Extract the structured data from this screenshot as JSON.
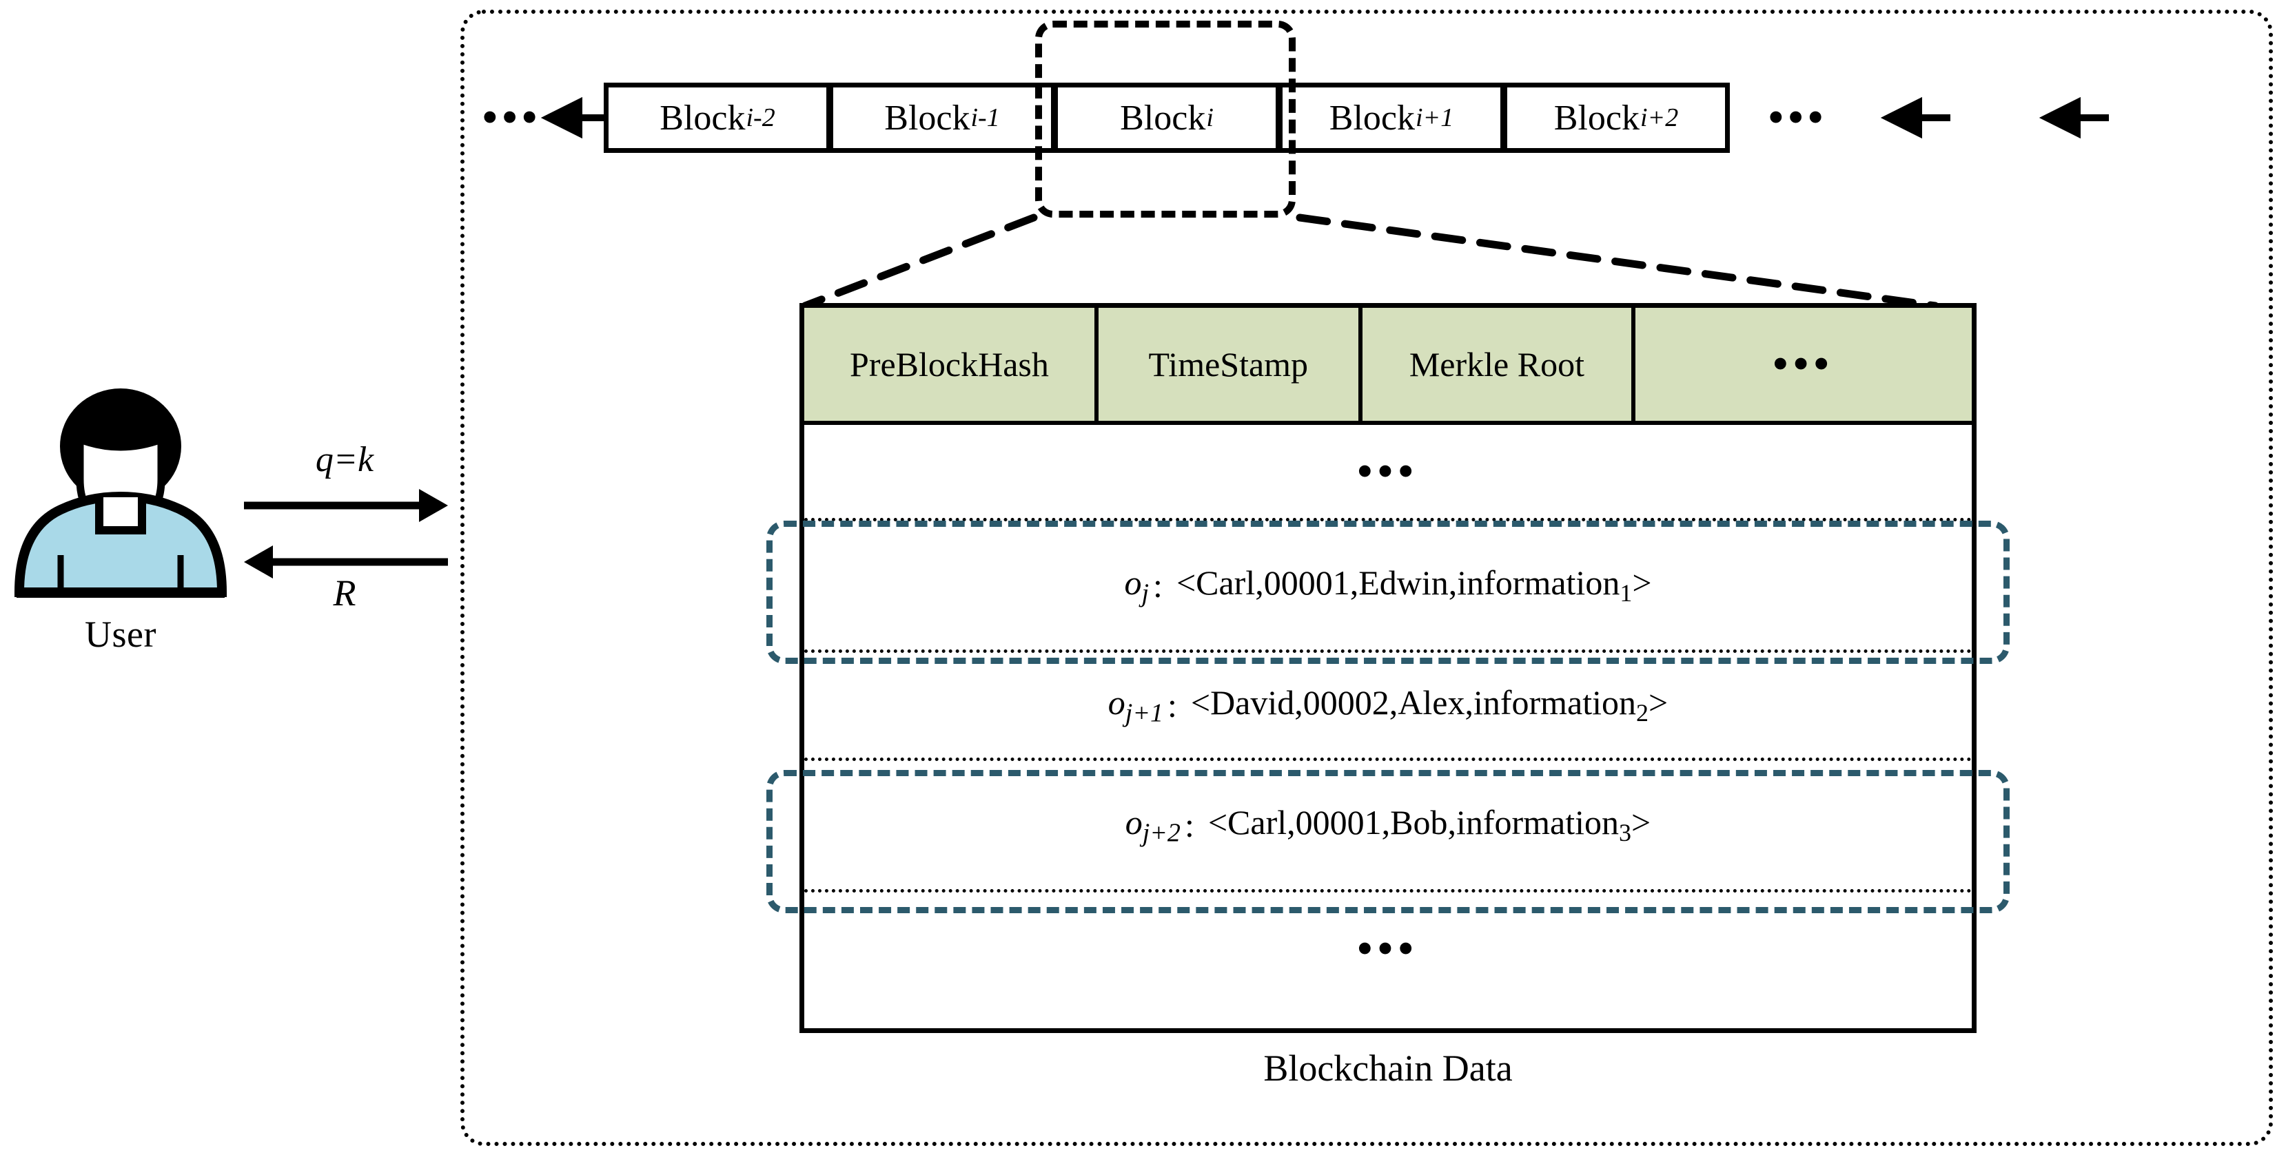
{
  "diagram": {
    "container_label": "Blockchain Data",
    "actor": {
      "label": "User",
      "icon": "person-avatar-icon",
      "shirt_color": "#a9d9e8",
      "outline_color": "#000000"
    },
    "messages": {
      "request": "q=k",
      "response": "R"
    },
    "chain": {
      "left_ellipsis": "•••",
      "right_ellipsis": "•••",
      "blocks": [
        {
          "name": "Block",
          "subscript": "i-2",
          "highlighted": false
        },
        {
          "name": "Block",
          "subscript": "i-1",
          "highlighted": false
        },
        {
          "name": "Block",
          "subscript": "i",
          "highlighted": true
        },
        {
          "name": "Block",
          "subscript": "i+1",
          "highlighted": false
        },
        {
          "name": "Block",
          "subscript": "i+2",
          "highlighted": false
        }
      ]
    },
    "block_detail": {
      "header_cells": [
        "PreBlockHash",
        "TimeStamp",
        "Merkle Root",
        "•••"
      ],
      "top_ellipsis": "•••",
      "bottom_ellipsis": "•••",
      "transactions": [
        {
          "id": "o",
          "id_subscript": "j",
          "separator": ":",
          "record": "<Carl,00001,Edwin,information",
          "record_subscript": "1",
          "record_tail": ">",
          "highlighted": true
        },
        {
          "id": "o",
          "id_subscript": "j+1",
          "separator": ":",
          "record": "<David,00002,Alex,information",
          "record_subscript": "2",
          "record_tail": ">",
          "highlighted": false
        },
        {
          "id": "o",
          "id_subscript": "j+2",
          "separator": ":",
          "record": "<Carl,00001,Bob,information",
          "record_subscript": "3",
          "record_tail": ">",
          "highlighted": true
        }
      ]
    },
    "colors": {
      "header_green": "#d6e0bd",
      "highlight_teal": "#2c5a6c",
      "stroke_black": "#000000",
      "shirt_blue": "#a9d9e8"
    }
  }
}
